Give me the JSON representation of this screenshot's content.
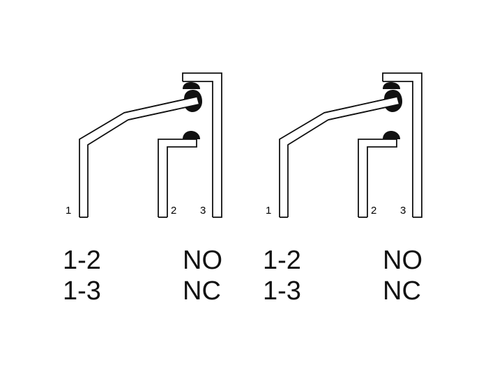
{
  "colors": {
    "line": "#111111",
    "background": "#ffffff"
  },
  "switches": [
    {
      "terminals": {
        "t1": "1",
        "t2": "2",
        "t3": "3"
      },
      "legend": [
        {
          "pins": "1-2",
          "state": "NO"
        },
        {
          "pins": "1-3",
          "state": "NC"
        }
      ]
    },
    {
      "terminals": {
        "t1": "1",
        "t2": "2",
        "t3": "3"
      },
      "legend": [
        {
          "pins": "1-2",
          "state": "NO"
        },
        {
          "pins": "1-3",
          "state": "NC"
        }
      ]
    }
  ]
}
